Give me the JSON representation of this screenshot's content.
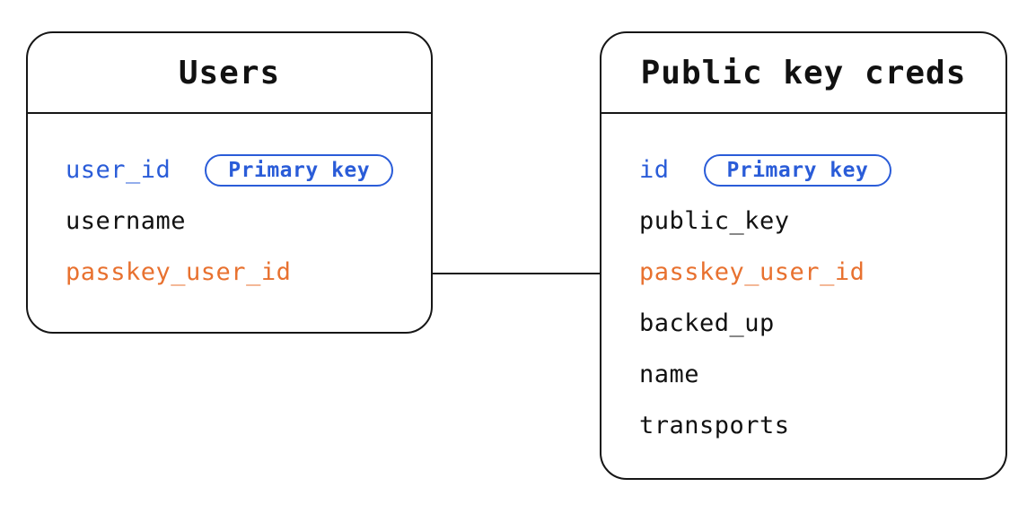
{
  "palette": {
    "blue": "#2a5cd8",
    "orange": "#e8712f",
    "black": "#111111",
    "line": "#161616"
  },
  "diagram": {
    "tables": [
      {
        "title": "Users",
        "fields": [
          {
            "name": "user_id",
            "color": "blue",
            "badge": "Primary key"
          },
          {
            "name": "username",
            "color": "black"
          },
          {
            "name": "passkey_user_id",
            "color": "orange"
          }
        ]
      },
      {
        "title": "Public key creds",
        "fields": [
          {
            "name": "id",
            "color": "blue",
            "badge": "Primary key"
          },
          {
            "name": "public_key",
            "color": "black"
          },
          {
            "name": "passkey_user_id",
            "color": "orange"
          },
          {
            "name": "backed_up",
            "color": "black"
          },
          {
            "name": "name",
            "color": "black"
          },
          {
            "name": "transports",
            "color": "black"
          }
        ]
      }
    ]
  }
}
